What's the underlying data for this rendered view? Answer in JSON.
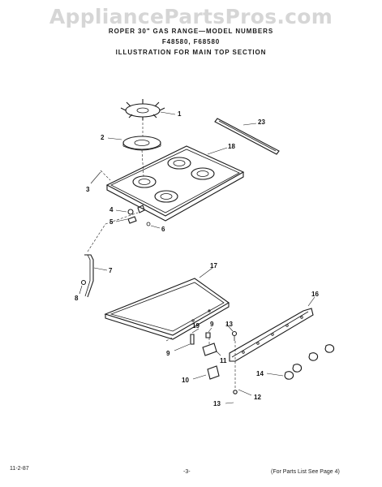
{
  "watermark": "AppliancePartsPros.com",
  "header": {
    "line1": "ROPER 30\" GAS RANGE—MODEL NUMBERS",
    "line2": "F48580, F68580",
    "line3": "ILLUSTRATION FOR MAIN TOP SECTION"
  },
  "footer": {
    "date": "11-2-87",
    "page": "-3-",
    "note": "(For Parts List See Page 4)"
  },
  "callouts": {
    "c1": "1",
    "c2": "2",
    "c3": "3",
    "c4": "4",
    "c5": "5",
    "c6": "6",
    "c7": "7",
    "c8": "8",
    "c9a": "9",
    "c9b": "9",
    "c10": "10",
    "c11": "11",
    "c12": "12",
    "c13a": "13",
    "c13b": "13",
    "c14": "14",
    "c16": "16",
    "c17": "17",
    "c18": "18",
    "c19": "19",
    "c23": "23"
  }
}
